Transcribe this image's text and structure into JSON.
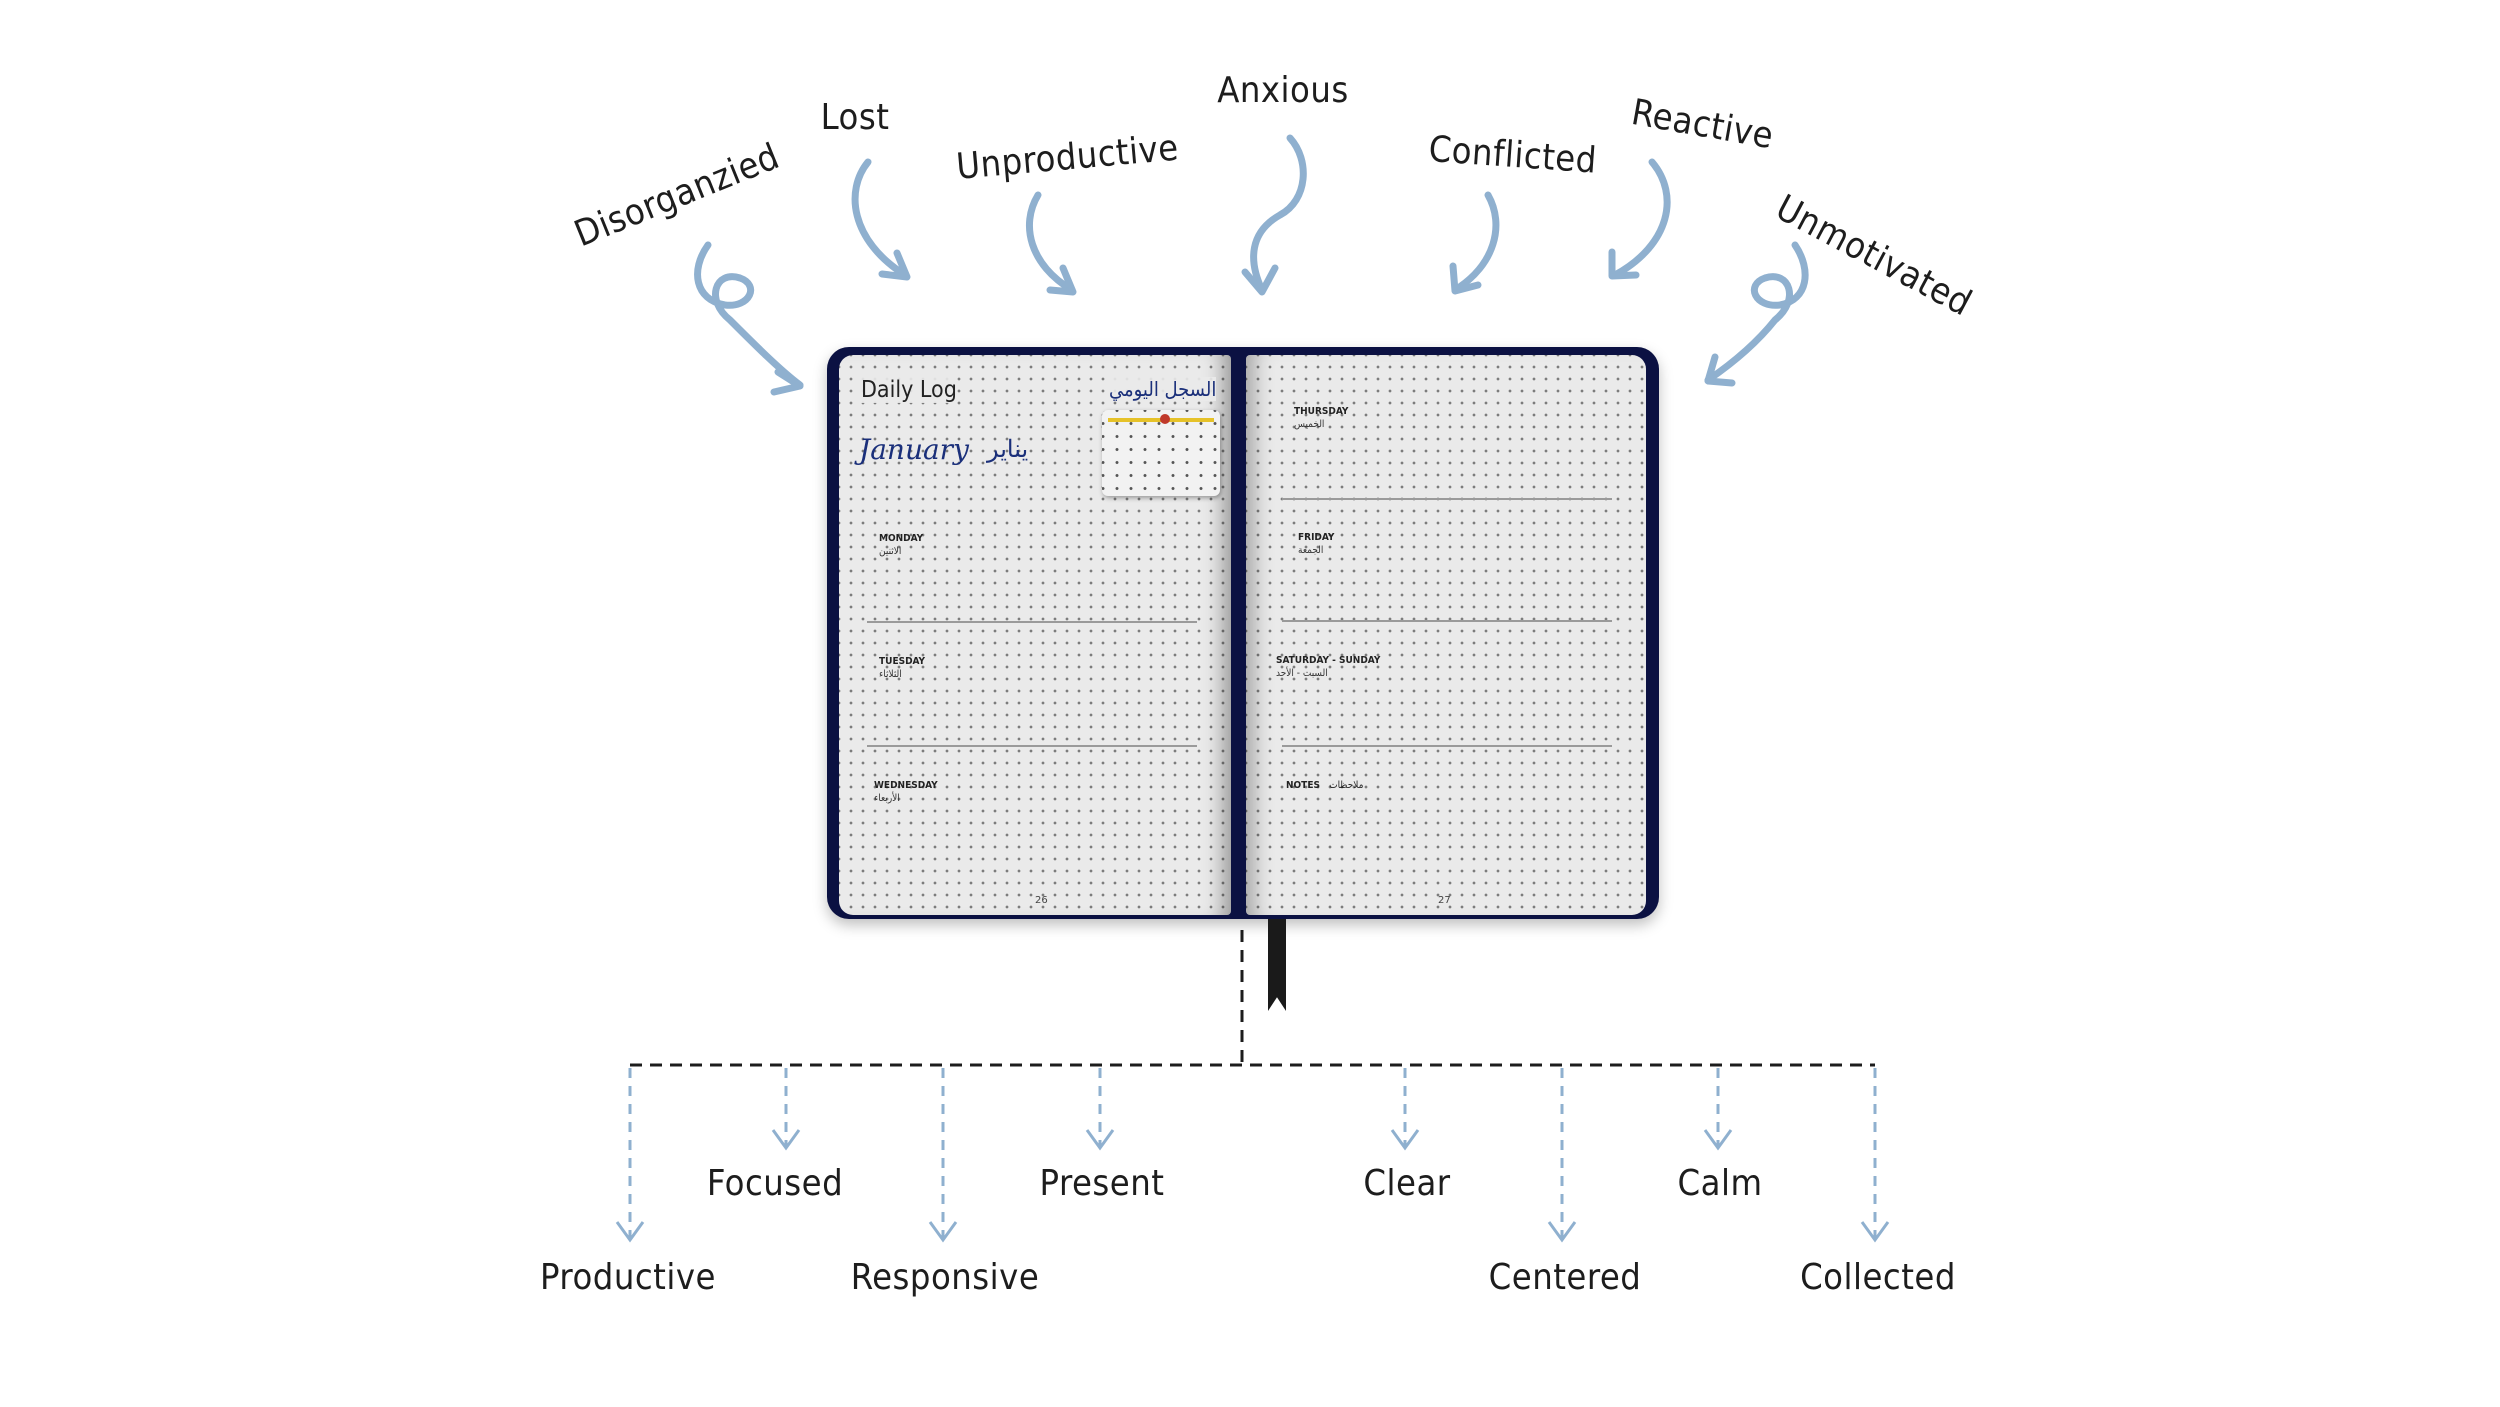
{
  "colors": {
    "arrow": "#8fb0cf",
    "cover": "#0b1142",
    "page": "#eaeaea",
    "text": "#1d1d1d",
    "month": "#1a2f7a"
  },
  "top_emotions": {
    "disorganized": "Disorganzied",
    "lost": "Lost",
    "unproductive": "Unproductive",
    "anxious": "Anxious",
    "conflicted": "Conflicted",
    "reactive": "Reactive",
    "unmotivated": "Unmotivated"
  },
  "notebook": {
    "left_page": {
      "title": "Daily Log",
      "title_ar": "السجل اليومي",
      "month": "January",
      "month_ar": "يناير",
      "days": [
        {
          "en": "MONDAY",
          "ar": "الاثنين"
        },
        {
          "en": "TUESDAY",
          "ar": "الثلاثاء"
        },
        {
          "en": "WEDNESDAY",
          "ar": "الأربعاء"
        }
      ],
      "page_number": "26"
    },
    "right_page": {
      "days": [
        {
          "en": "THURSDAY",
          "ar": "الخميس"
        },
        {
          "en": "FRIDAY",
          "ar": "الجمعة"
        },
        {
          "en": "SATURDAY - SUNDAY",
          "ar": "السبت - الأحد"
        }
      ],
      "notes": {
        "en": "NOTES",
        "ar": "ملاحظات"
      },
      "page_number": "27"
    }
  },
  "bottom_outcomes": {
    "productive": "Productive",
    "focused": "Focused",
    "responsive": "Responsive",
    "present": "Present",
    "clear": "Clear",
    "centered": "Centered",
    "calm": "Calm",
    "collected": "Collected"
  }
}
